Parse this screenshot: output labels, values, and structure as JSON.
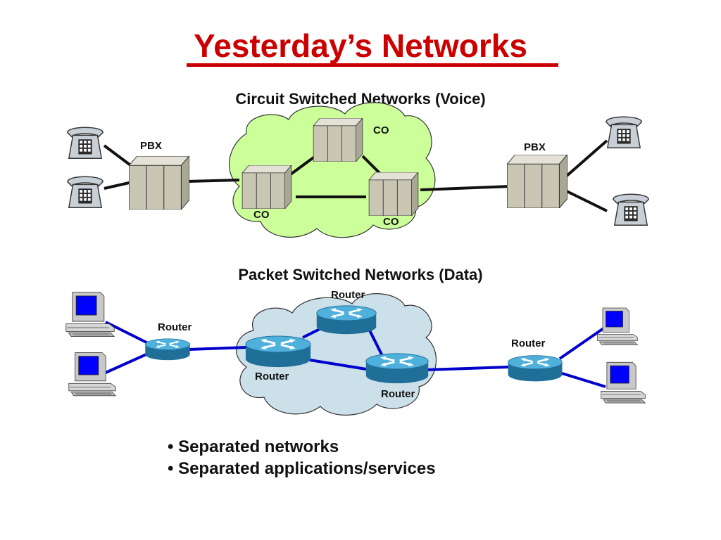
{
  "title": "Yesterday’s Networks",
  "circuit": {
    "heading": "Circuit Switched Networks (Voice)",
    "pbx_left": "PBX",
    "pbx_right": "PBX",
    "co_top": "CO",
    "co_left": "CO",
    "co_right": "CO"
  },
  "packet": {
    "heading": "Packet Switched Networks (Data)",
    "router_top": "Router",
    "router_edge_left": "Router",
    "router_edge_right": "Router",
    "router_core_left": "Router",
    "router_core_right": "Router"
  },
  "bullets": [
    "Separated networks",
    "Separated applications/services"
  ],
  "colors": {
    "title": "#cc0000",
    "voice_cloud": "#ccff99",
    "data_cloud": "#cce0ea",
    "data_link": "#0000cc",
    "router": "#2f8fbf"
  }
}
